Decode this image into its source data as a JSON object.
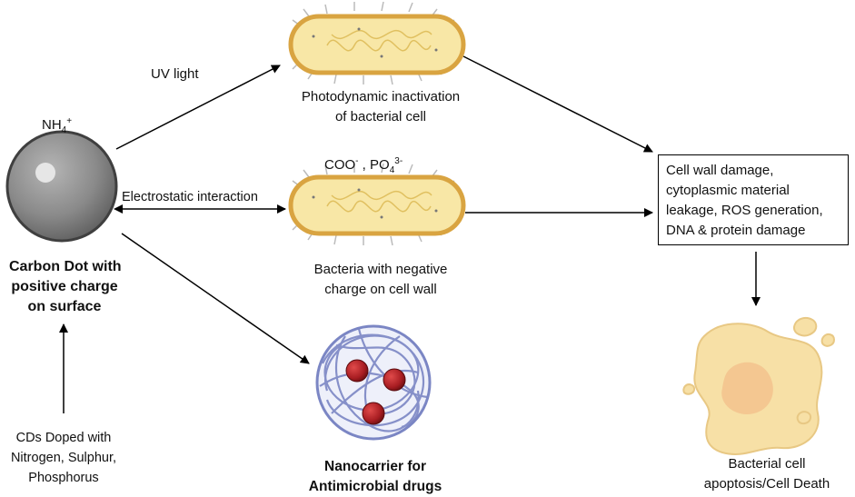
{
  "source": {
    "nh4_main": "NH",
    "nh4_sub": "4",
    "nh4_sup": "+",
    "title_line1": "Carbon Dot with",
    "title_line2": "positive charge",
    "title_line3": "on surface"
  },
  "doping": {
    "line1": "CDs Doped with",
    "line2": "Nitrogen, Sulphur,",
    "line3": "Phosphorus"
  },
  "uv": {
    "label": "UV light"
  },
  "photodynamic": {
    "line1": "Photodynamic inactivation",
    "line2": "of bacterial cell"
  },
  "electrostatic": {
    "label": "Electrostatic interaction"
  },
  "charges": {
    "coo": "COO",
    "coo_sup": "-",
    "sep": " , PO",
    "po4_sub": "4",
    "po4_sup": "3-"
  },
  "negative": {
    "line1": "Bacteria with negative",
    "line2": "charge on cell wall"
  },
  "nanocarrier": {
    "line1": "Nanocarrier for",
    "line2": "Antimicrobial drugs"
  },
  "damage": {
    "text": "Cell wall damage, cytoplasmic material leakage, ROS generation, DNA & protein damage"
  },
  "death": {
    "line1": "Bacterial cell",
    "line2": "apoptosis/Cell Death"
  },
  "colors": {
    "carbon_dot": "#7f7f7f",
    "bacteria_wall": "#d9a441",
    "bacteria_fill": "#f8e7a6",
    "nanocarrier_strand": "#7b86c4",
    "drug_sphere": "#b52025",
    "dead_cell": "#f7e0a6"
  }
}
